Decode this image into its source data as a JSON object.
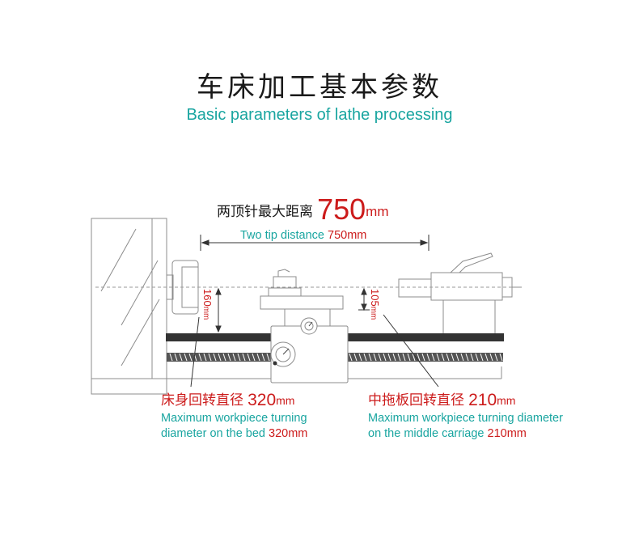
{
  "title": {
    "cn": "车床加工基本参数",
    "en": "Basic parameters of lathe processing"
  },
  "tip_distance": {
    "cn": "两顶针最大距离",
    "value": "750",
    "unit": "mm",
    "en": "Two tip distance",
    "en_value": "750mm"
  },
  "center_height_bed": {
    "value": "160",
    "unit": "mm"
  },
  "center_height_carriage": {
    "value": "105",
    "unit": "mm"
  },
  "bed_swing": {
    "cn": "床身回转直径",
    "value": "320",
    "unit": "mm",
    "en_line1": "Maximum workpiece turning",
    "en_line2": "diameter on the bed",
    "en_value": "320mm"
  },
  "carriage_swing": {
    "cn": "中拖板回转直径",
    "value": "210",
    "unit": "mm",
    "en_line1": "Maximum workpiece turning diameter",
    "en_line2": "on the middle carriage",
    "en_value": "210mm"
  },
  "colors": {
    "red": "#cc1b1b",
    "teal": "#19a5a0",
    "line": "#8c8c8c",
    "dark": "#1a1a1a"
  }
}
